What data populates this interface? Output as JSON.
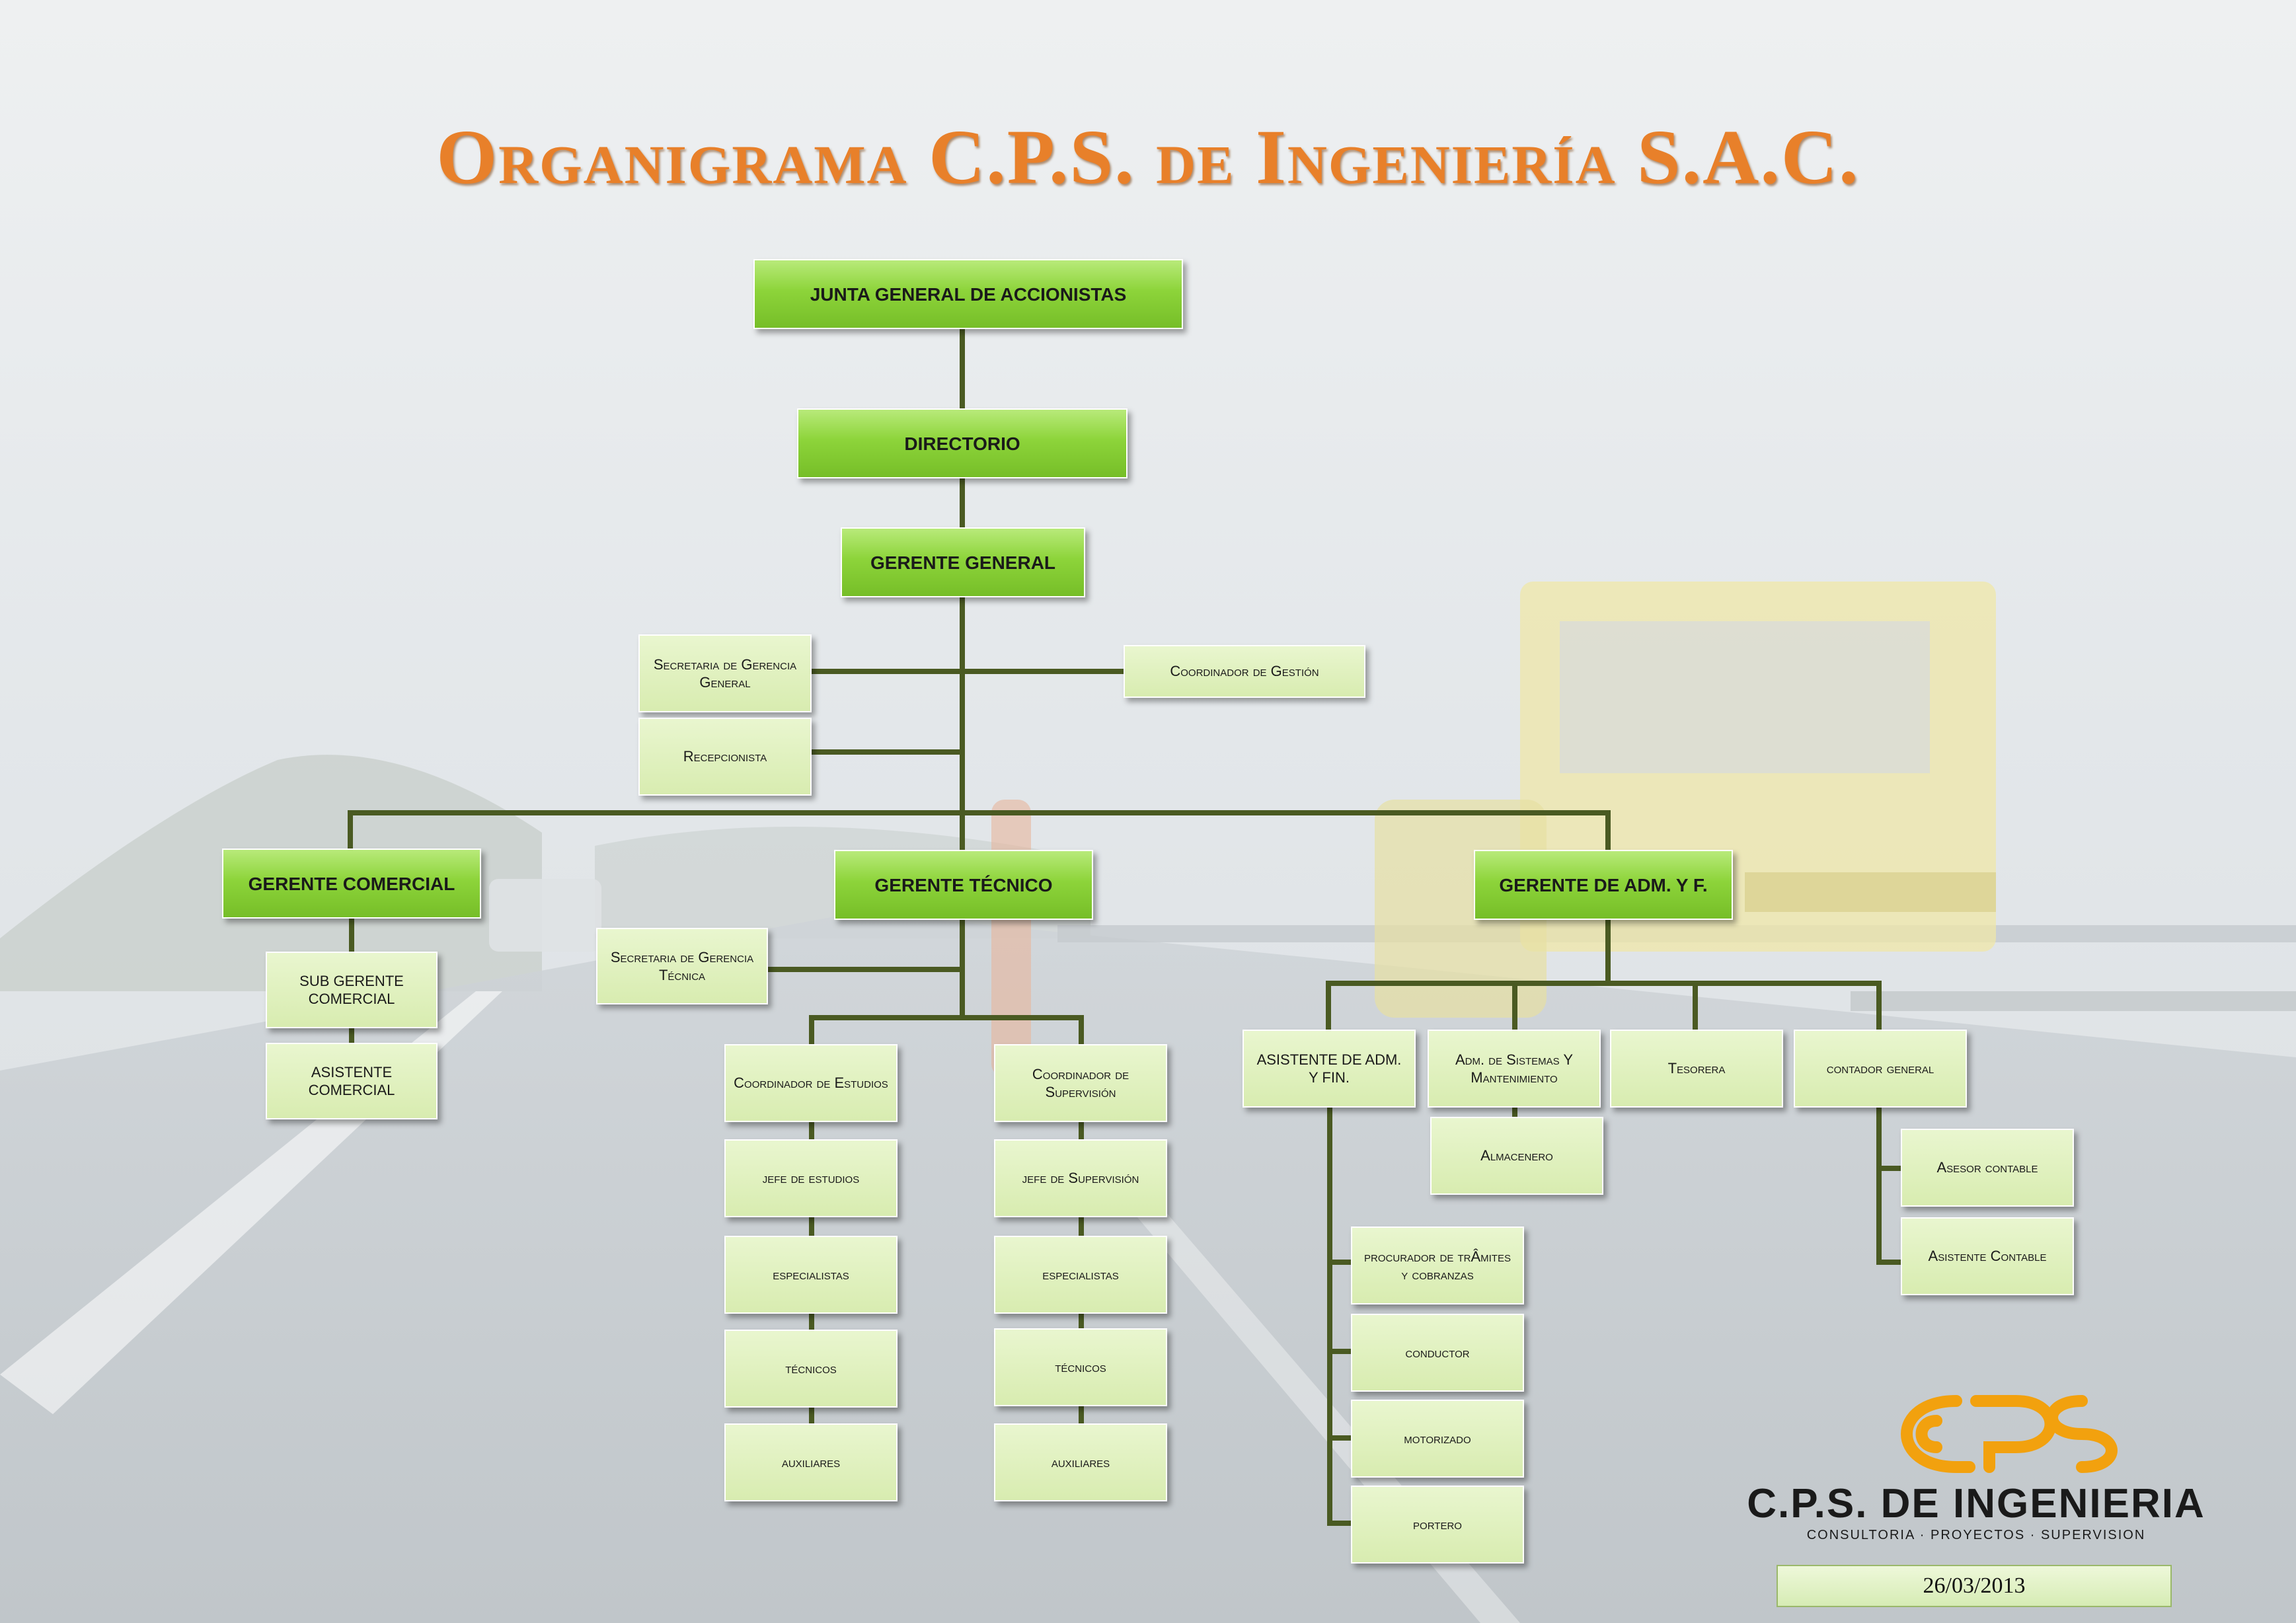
{
  "title": "Organigrama C.P.S. de Ingeniería S.A.C.",
  "colors": {
    "title": "#e8802a",
    "dark_box": "#8dd43a",
    "light_box": "#d8ecb0",
    "connector": "#4a5a22"
  },
  "nodes": {
    "junta": "JUNTA GENERAL DE ACCIONISTAS",
    "directorio": "DIRECTORIO",
    "gerente_general": "GERENTE GENERAL",
    "secretaria_gg": "Secretaria de Gerencia General",
    "coordinador_gestion": "Coordinador de Gestión",
    "recepcionista": "Recepcionista",
    "gerente_comercial": "GERENTE COMERCIAL",
    "gerente_tecnico": "GERENTE TÉCNICO",
    "gerente_adm": "GERENTE DE ADM. Y F.",
    "sub_gerente_comercial": "SUB GERENTE COMERCIAL",
    "asistente_comercial": "ASISTENTE COMERCIAL",
    "secretaria_gt": "Secretaria de Gerencia Técnica",
    "coordinador_estudios": "Coordinador de Estudios",
    "coordinador_supervision": "Coordinador de Supervisión",
    "jefe_estudios": "jefe de estudios",
    "jefe_supervision": "jefe de Supervisión",
    "especialistas_1": "especialistas",
    "especialistas_2": "especialistas",
    "tecnicos_1": "técnicos",
    "tecnicos_2": "técnicos",
    "auxiliares_1": "auxiliares",
    "auxiliares_2": "auxiliares",
    "asistente_adm": "ASISTENTE DE ADM. Y FIN.",
    "adm_sistemas": "Adm. de Sistemas Y Mantenimiento",
    "tesorera": "Tesorera",
    "contador": "contador general",
    "almacenero": "Almacenero",
    "asesor_contable": "Asesor contable",
    "asistente_contable": "Asistente Contable",
    "procurador": "procurador de trÂmites y cobranzas",
    "conductor": "conductor",
    "motorizado": "motorizado",
    "portero": "portero"
  },
  "logo": {
    "name": "C.P.S. DE INGENIERIA",
    "tagline": "CONSULTORIA · PROYECTOS · SUPERVISION"
  },
  "date": "26/03/2013"
}
